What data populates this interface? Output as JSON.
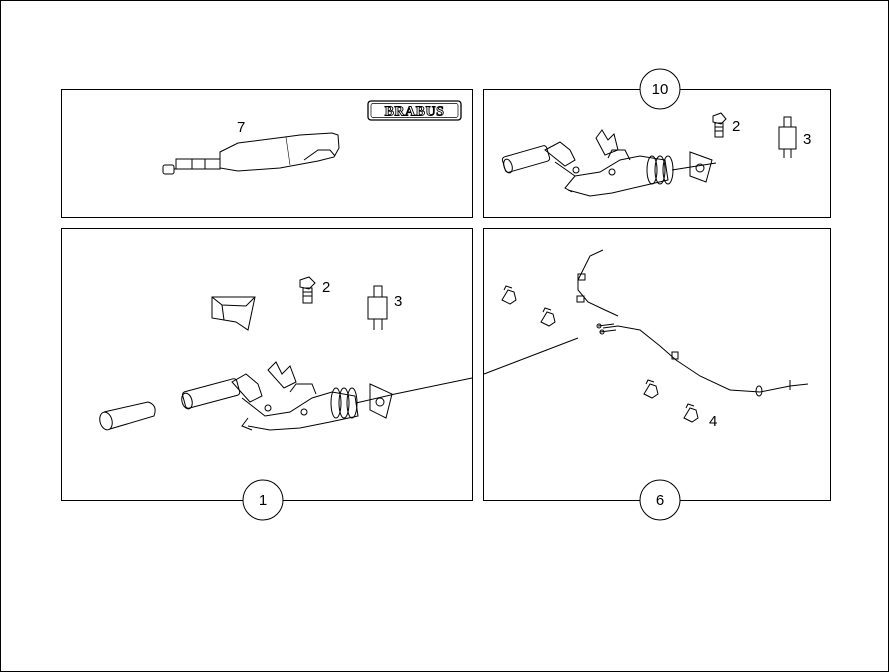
{
  "panels": {
    "top_left": {
      "part_label": "7",
      "brand": "BRABUS"
    },
    "top_right": {
      "callout": "10",
      "label_bolt": "2",
      "label_switch": "3"
    },
    "bottom_left": {
      "callout": "1",
      "label_bolt": "2",
      "label_switch": "3"
    },
    "bottom_right": {
      "callout": "6",
      "label_clip": "4"
    }
  }
}
